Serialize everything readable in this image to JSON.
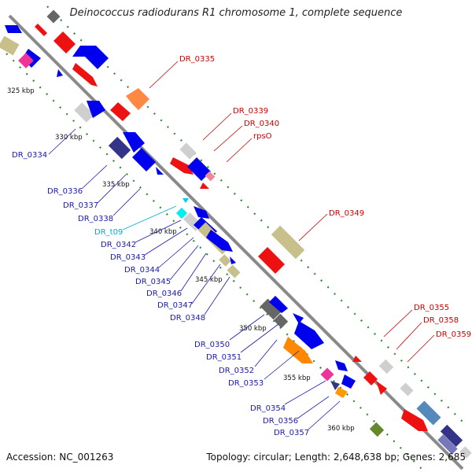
{
  "title": "Deinococcus radiodurans R1 chromosome 1, complete sequence",
  "footer": {
    "accession": "Accession: NC_001263",
    "summary": "Topology: circular; Length: 2,648,638 bp; Genes: 2,685"
  },
  "colors": {
    "backbone": "#8a8a8a",
    "tick_dots": "#2e8b2e",
    "label_red": "#cc0000",
    "label_blue": "#1a1aaa",
    "label_cyan": "#00aadd"
  },
  "kbp_ticks": [
    "325 kbp",
    "330 kbp",
    "335 kbp",
    "340 kbp",
    "345 kbp",
    "350 kbp",
    "355 kbp",
    "360 kbp"
  ],
  "gene_labels": {
    "upper": [
      "DR_0335",
      "DR_0339",
      "DR_0340",
      "rpsO",
      "DR_0349",
      "DR_0355",
      "DR_0358",
      "DR_0359"
    ],
    "lower": [
      "DR_0334",
      "DR_0336",
      "DR_0337",
      "DR_0338",
      "DR_t09",
      "DR_0342",
      "DR_0343",
      "DR_0344",
      "DR_0345",
      "DR_0346",
      "DR_0347",
      "DR_0348",
      "DR_0350",
      "DR_0351",
      "DR_0352",
      "DR_0353",
      "DR_0354",
      "DR_0356",
      "DR_0357"
    ]
  }
}
